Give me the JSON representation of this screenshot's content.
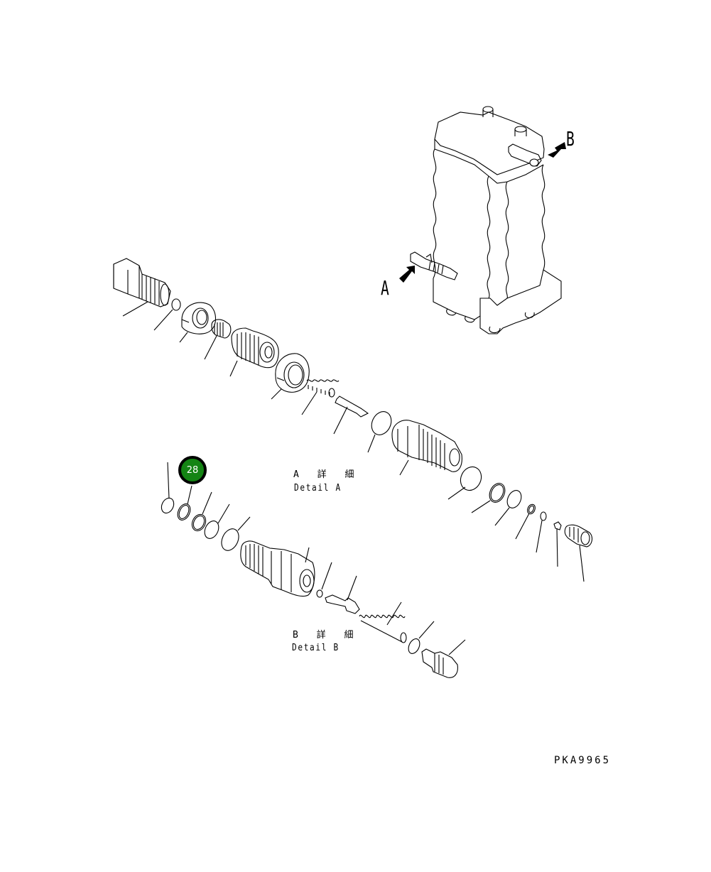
{
  "diagram": {
    "type": "exploded parts diagram",
    "subject": "control valve assembly with relief valve details",
    "views": {
      "view_a_marker": "A",
      "view_b_marker": "B"
    },
    "details": {
      "detail_a_jp": "A 詳 細",
      "detail_a_en": "Detail A",
      "detail_b_jp": "B 詳 細",
      "detail_b_en": "Detail B"
    },
    "callout": {
      "number": "28",
      "color": "#148414",
      "border_color": "#000000",
      "text_color": "#ffffff"
    },
    "drawing_number": "PKA9965",
    "background_color": "#ffffff",
    "line_color": "#000000"
  }
}
